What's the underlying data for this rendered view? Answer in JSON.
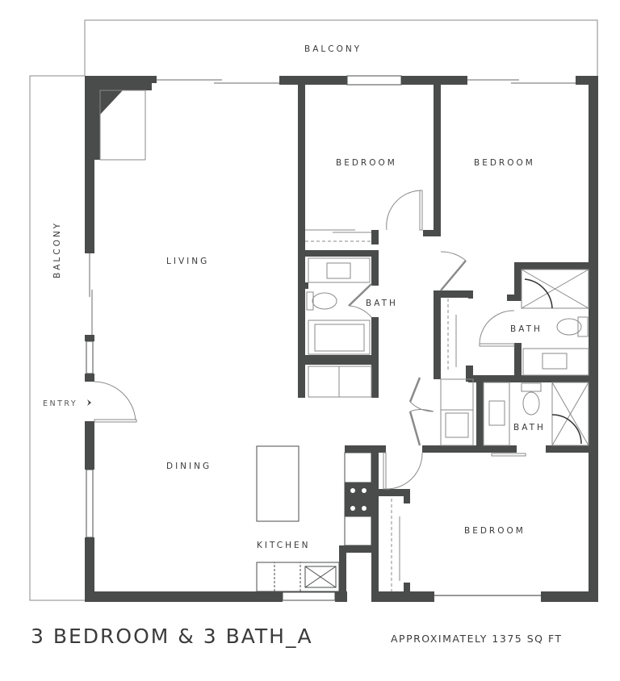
{
  "plan": {
    "title": "3 BEDROOM & 3 BATH_A",
    "area": "APPROXIMATELY 1375 SQ FT",
    "colors": {
      "wall": "#4a4b4b",
      "line": "#8a8a8a",
      "background": "#ffffff",
      "text": "#3b3b3b"
    }
  },
  "rooms": {
    "balcony_top": "BALCONY",
    "balcony_left": "BALCONY",
    "living": "LIVING",
    "dining": "DINING",
    "kitchen": "KITCHEN",
    "entry": "ENTRY",
    "bedroom_1": "BEDROOM",
    "bedroom_2": "BEDROOM",
    "bedroom_3": "BEDROOM",
    "bath_1": "BATH",
    "bath_2": "BATH",
    "bath_3": "BATH"
  },
  "icons": {
    "entry_arrow": "chevron-right-icon"
  }
}
